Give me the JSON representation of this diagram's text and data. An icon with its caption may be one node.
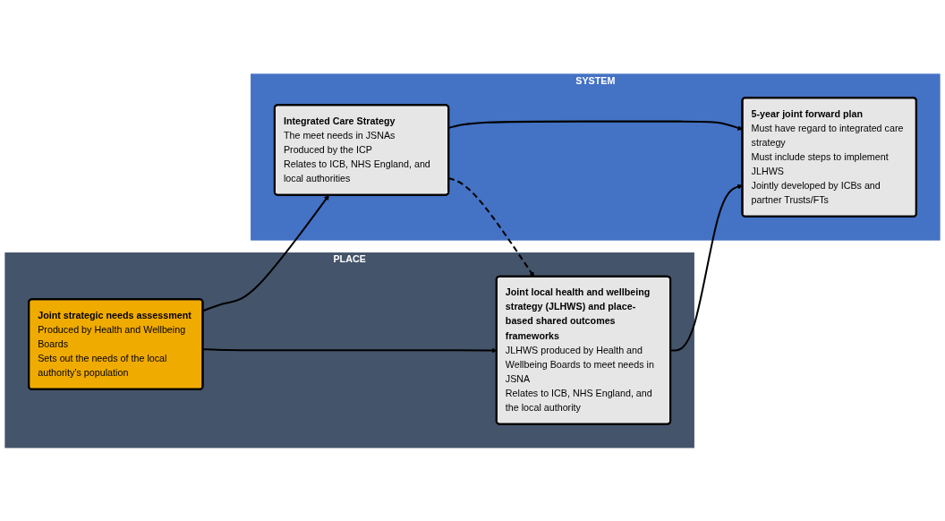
{
  "diagram": {
    "nodes": [
      {
        "text": [
          "PLACE"
        ]
      },
      {
        "text": [
          "Joint strategic needs assessment",
          "Produced by Health and Wellbeing Boards",
          "Sets out the needs of the local authority’s population"
        ],
        "in": 0
      },
      {
        "text": [
          "Joint local health and wellbeing strategy (JLHWS) and place-based shared outcomes frameworks",
          "JLHWS produced by Health and Wellbeing Boards to meet needs in JSNA",
          "Relates to ICB, NHS England, and the local authority"
        ],
        "in": 0
      },
      {
        "text": [
          "SYSTEM"
        ]
      },
      {
        "text": [
          "Integrated Care Strategy",
          "The meet needs in JSNAs",
          "Produced by the ICP",
          "Relates to ICB, NHS England, and local authorities"
        ],
        "in": 3
      },
      {
        "text": [
          "5-year joint forward plan",
          "Must have regard to integrated care strategy",
          "Must include steps to implement JLHWS",
          "Jointly developed by ICBs and partner Trusts/FTs"
        ],
        "in": 3
      }
    ],
    "edges": [
      {
        "from": 1,
        "to": 4,
        "arrow": "to"
      },
      {
        "from": 1,
        "to": 2,
        "arrow": "to"
      },
      {
        "from": 4,
        "to": 5,
        "arrow": "to"
      },
      {
        "from": 2,
        "to": 5,
        "arrow": "to"
      },
      {
        "from": 4,
        "to": 2,
        "arrow": "to",
        "style": "dashed"
      }
    ]
  }
}
